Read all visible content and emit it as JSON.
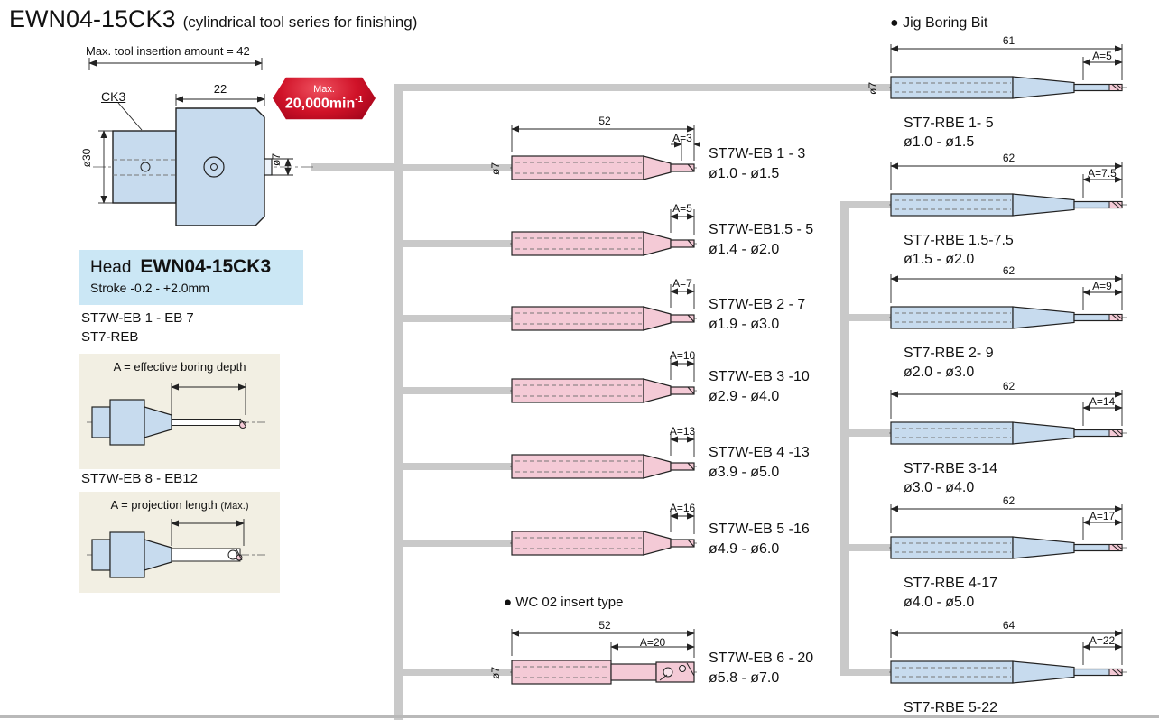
{
  "header": {
    "title": "EWN04-15CK3",
    "subtitle": "(cylindrical tool series for finishing)"
  },
  "head_figure": {
    "insertion_note": "Max. tool insertion amount = 42",
    "ck3_label": "CK3",
    "width_dim": "22",
    "body_dia": "ø30",
    "bore_dia": "ø7"
  },
  "speed_badge": {
    "caption": "Max.",
    "value": "20,000min",
    "sup": "-1"
  },
  "head_box": {
    "label": "Head",
    "model": "EWN04-15CK3",
    "stroke": "Stroke -0.2 - +2.0mm"
  },
  "series_notes": {
    "line1": "ST7W-EB 1 - EB 7",
    "line2": "ST7-REB",
    "line3": "ST7W-EB 8 - EB12"
  },
  "legends": {
    "boring_depth": "A = effective boring depth",
    "projection": "A = projection length",
    "projection_suffix": "(Max.)"
  },
  "wc_note": "● WC 02 insert type",
  "jig_title": "● Jig Boring Bit",
  "eb_tools": [
    {
      "length": "52",
      "a": "A=3",
      "shank_dia": "ø7",
      "name": "ST7W-EB 1 - 3",
      "range": "ø1.0 - ø1.5"
    },
    {
      "a": "A=5",
      "name": "ST7W-EB1.5 - 5",
      "range": "ø1.4 - ø2.0"
    },
    {
      "a": "A=7",
      "name": "ST7W-EB 2 - 7",
      "range": "ø1.9 - ø3.0"
    },
    {
      "a": "A=10",
      "name": "ST7W-EB 3 -10",
      "range": "ø2.9 - ø4.0"
    },
    {
      "a": "A=13",
      "name": "ST7W-EB 4 -13",
      "range": "ø3.9 - ø5.0"
    },
    {
      "a": "A=16",
      "name": "ST7W-EB 5 -16",
      "range": "ø4.9 - ø6.0"
    },
    {
      "length": "52",
      "a": "A=20",
      "shank_dia": "ø7",
      "name": "ST7W-EB 6 - 20",
      "range": "ø5.8 - ø7.0"
    }
  ],
  "rbe_tools": [
    {
      "length": "61",
      "a": "A=5",
      "shank_dia": "ø7",
      "name": "ST7-RBE 1- 5",
      "range": "ø1.0 - ø1.5"
    },
    {
      "length": "62",
      "a": "A=7.5",
      "name": "ST7-RBE 1.5-7.5",
      "range": "ø1.5 - ø2.0"
    },
    {
      "length": "62",
      "a": "A=9",
      "name": "ST7-RBE 2- 9",
      "range": "ø2.0 - ø3.0"
    },
    {
      "length": "62",
      "a": "A=14",
      "name": "ST7-RBE 3-14",
      "range": "ø3.0 - ø4.0"
    },
    {
      "length": "62",
      "a": "A=17",
      "name": "ST7-RBE 4-17",
      "range": "ø4.0 - ø5.0"
    },
    {
      "length": "64",
      "a": "A=22",
      "name": "ST7-RBE 5-22"
    }
  ],
  "colors": {
    "tool_pink": "#f4cad6",
    "tool_blue": "#c7dbee",
    "badge_red": "#c00021",
    "info_box_blue": "#cbe7f5",
    "legend_beige": "#f2efe3",
    "connector_gray": "#c9c9c9"
  }
}
